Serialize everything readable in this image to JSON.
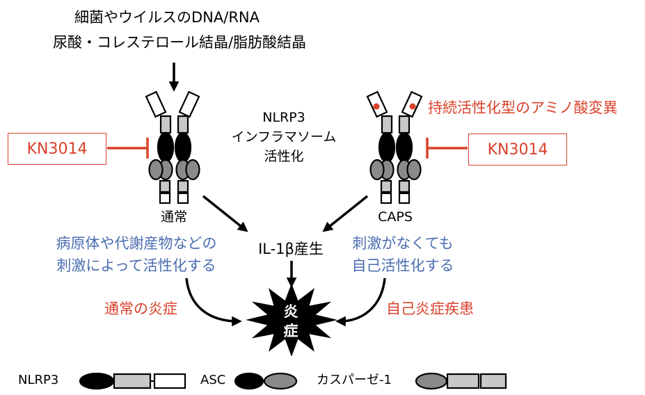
{
  "trigger": {
    "line1": "細菌やウイルスのDNA/RNA",
    "line2": "尿酸・コレステロール結晶/脂肪酸結晶"
  },
  "center_label": {
    "line1": "NLRP3",
    "line2": "インフラマソーム",
    "line3": "活性化"
  },
  "left": {
    "inhibitor": "KN3014",
    "protein_label": "通常",
    "desc_line1": "病原体や代謝産物などの",
    "desc_line2": "刺激によって活性化する",
    "outcome": "通常の炎症"
  },
  "right": {
    "mutation": "持続活性化型のアミノ酸変異",
    "inhibitor": "KN3014",
    "protein_label": "CAPS",
    "desc_line1": "刺激がなくても",
    "desc_line2": "自己活性化する",
    "outcome": "自己炎症疾患"
  },
  "production": "IL-1β産生",
  "inflammation": {
    "char1": "炎",
    "char2": "症"
  },
  "legend": {
    "nlrp3": "NLRP3",
    "asc": "ASC",
    "caspase": "カスパーゼ-1"
  },
  "colors": {
    "red": "#d9412b",
    "blue": "#4a6cb0",
    "dark_gray": "#8a8a8a",
    "light_gray": "#c8c8c8",
    "black": "#000000"
  }
}
